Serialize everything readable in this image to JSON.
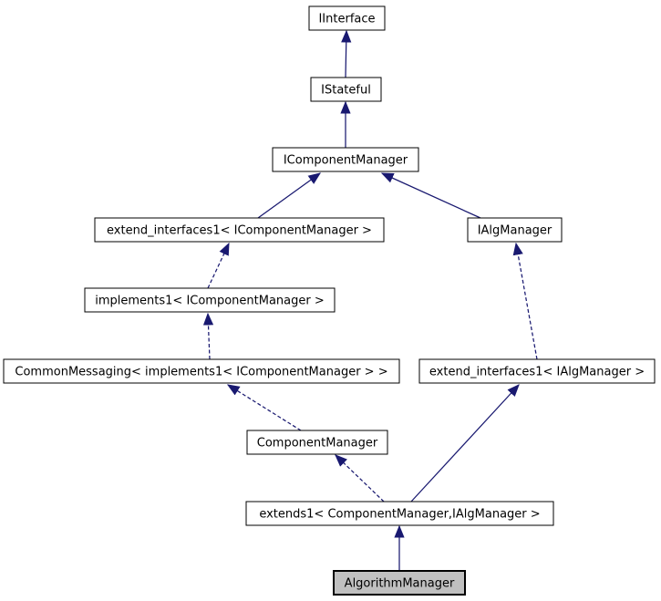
{
  "diagram": {
    "type": "class-inheritance-graph",
    "highlighted_node": "AlgorithmManager"
  },
  "colors": {
    "edge": "#191970",
    "border": "#000000",
    "node_fill": "#ffffff",
    "highlight_fill": "#c0c0c0",
    "text": "#000000",
    "background": "#ffffff"
  },
  "nodes": {
    "iinterface": {
      "label": "IInterface"
    },
    "istateful": {
      "label": "IStateful"
    },
    "icomponentmanager": {
      "label": "IComponentManager"
    },
    "extend_interfaces1_icm": {
      "label": "extend_interfaces1< IComponentManager >"
    },
    "ialgmanager": {
      "label": "IAlgManager"
    },
    "implements1_icm": {
      "label": "implements1< IComponentManager >"
    },
    "commonmessaging": {
      "label": "CommonMessaging< implements1< IComponentManager > >"
    },
    "extend_interfaces1_iam": {
      "label": "extend_interfaces1< IAlgManager >"
    },
    "componentmanager": {
      "label": "ComponentManager"
    },
    "extends1": {
      "label": "extends1< ComponentManager,IAlgManager >"
    },
    "algorithmmanager": {
      "label": "AlgorithmManager"
    }
  },
  "edges": [
    {
      "from": "IStateful",
      "to": "IInterface",
      "style": "solid"
    },
    {
      "from": "IComponentManager",
      "to": "IStateful",
      "style": "solid"
    },
    {
      "from": "extend_interfaces1< IComponentManager >",
      "to": "IComponentManager",
      "style": "solid"
    },
    {
      "from": "IAlgManager",
      "to": "IComponentManager",
      "style": "solid"
    },
    {
      "from": "implements1< IComponentManager >",
      "to": "extend_interfaces1< IComponentManager >",
      "style": "dashed"
    },
    {
      "from": "CommonMessaging< implements1< IComponentManager > >",
      "to": "implements1< IComponentManager >",
      "style": "dashed"
    },
    {
      "from": "extend_interfaces1< IAlgManager >",
      "to": "IAlgManager",
      "style": "dashed"
    },
    {
      "from": "ComponentManager",
      "to": "CommonMessaging< implements1< IComponentManager > >",
      "style": "dashed"
    },
    {
      "from": "extends1< ComponentManager,IAlgManager >",
      "to": "ComponentManager",
      "style": "dashed"
    },
    {
      "from": "extends1< ComponentManager,IAlgManager >",
      "to": "extend_interfaces1< IAlgManager >",
      "style": "solid"
    },
    {
      "from": "AlgorithmManager",
      "to": "extends1< ComponentManager,IAlgManager >",
      "style": "solid"
    }
  ]
}
